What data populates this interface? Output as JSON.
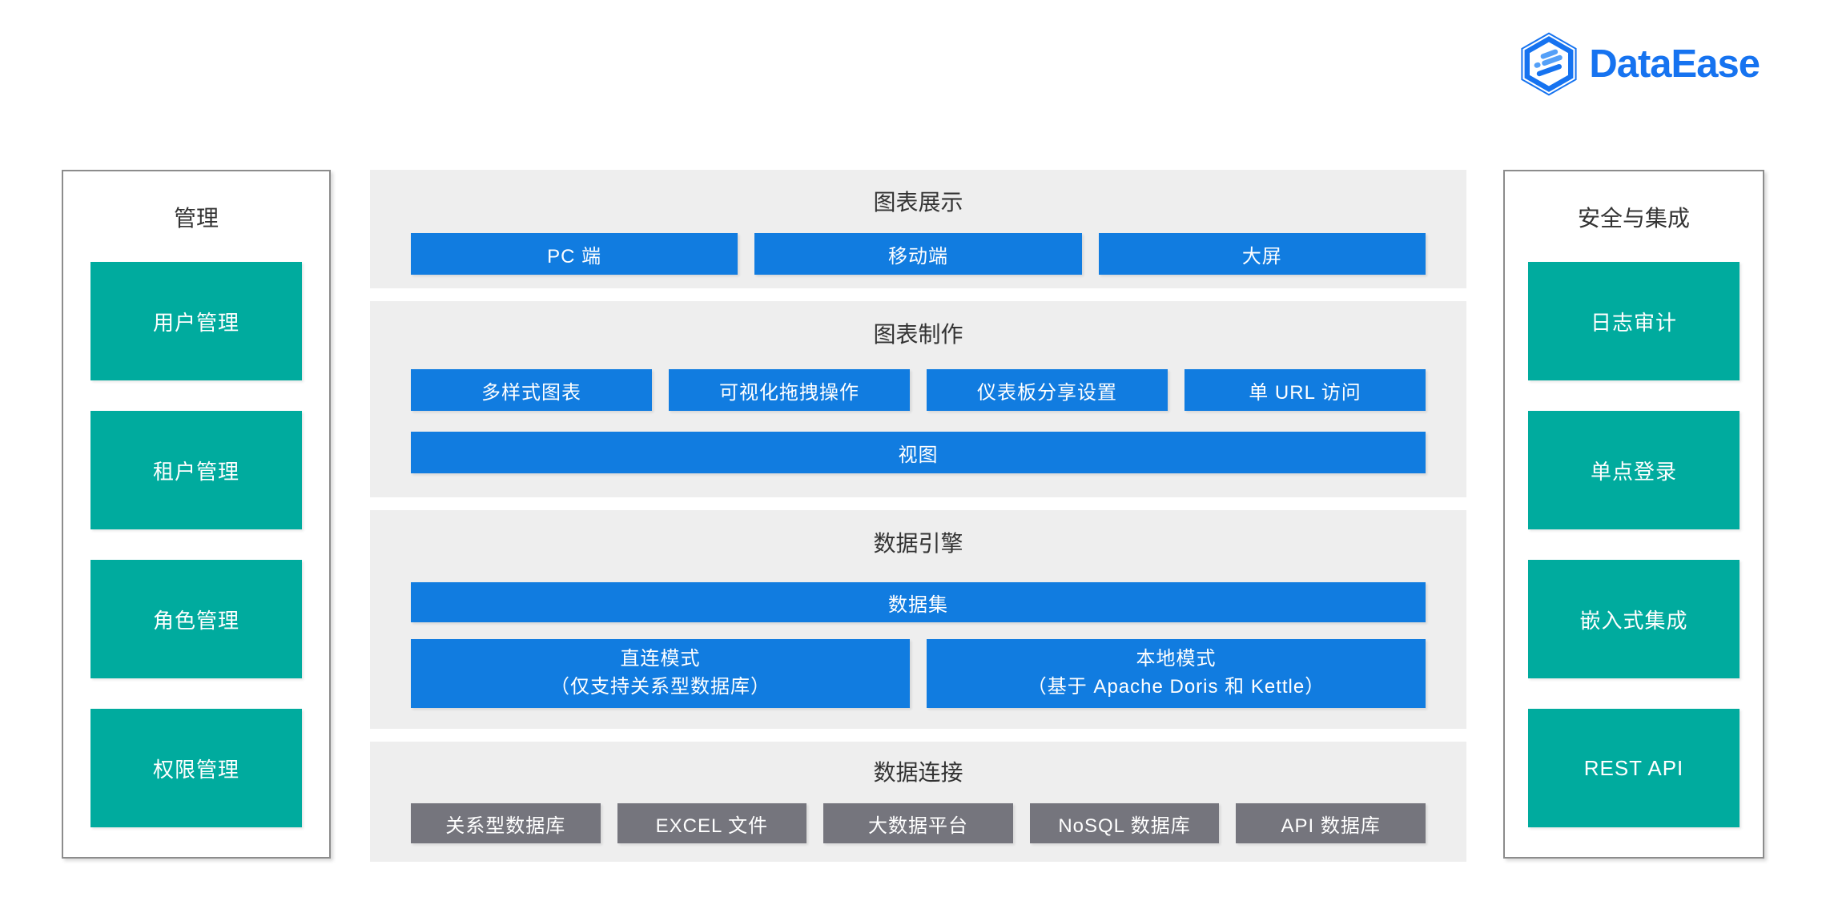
{
  "colors": {
    "blue": "#117CE0",
    "teal": "#00AB9E",
    "gray": "#75757D",
    "section_bg": "#EEEEEE",
    "panel_border": "#8C8C8C",
    "logo_blue": "#1673F0",
    "logo_light_blue": "#54A0F8"
  },
  "logo": {
    "text": "DataEase",
    "icon": "dataease-hexagon-icon"
  },
  "left_panel": {
    "title": "管理",
    "items": [
      "用户管理",
      "租户管理",
      "角色管理",
      "权限管理"
    ]
  },
  "right_panel": {
    "title": "安全与集成",
    "items": [
      "日志审计",
      "单点登录",
      "嵌入式集成",
      "REST API"
    ]
  },
  "sections": [
    {
      "title": "图表展示",
      "buttons": [
        "PC 端",
        "移动端",
        "大屏"
      ]
    },
    {
      "title": "图表制作",
      "buttons": [
        "多样式图表",
        "可视化拖拽操作",
        "仪表板分享设置",
        "单 URL 访问"
      ],
      "full_button": "视图"
    },
    {
      "title": "数据引擎",
      "full_button": "数据集",
      "modes": [
        {
          "line1": "直连模式",
          "line2": "（仅支持关系型数据库）"
        },
        {
          "line1": "本地模式",
          "line2": "（基于 Apache Doris 和 Kettle）"
        }
      ]
    },
    {
      "title": "数据连接",
      "buttons": [
        "关系型数据库",
        "EXCEL 文件",
        "大数据平台",
        "NoSQL 数据库",
        "API 数据库"
      ]
    }
  ]
}
